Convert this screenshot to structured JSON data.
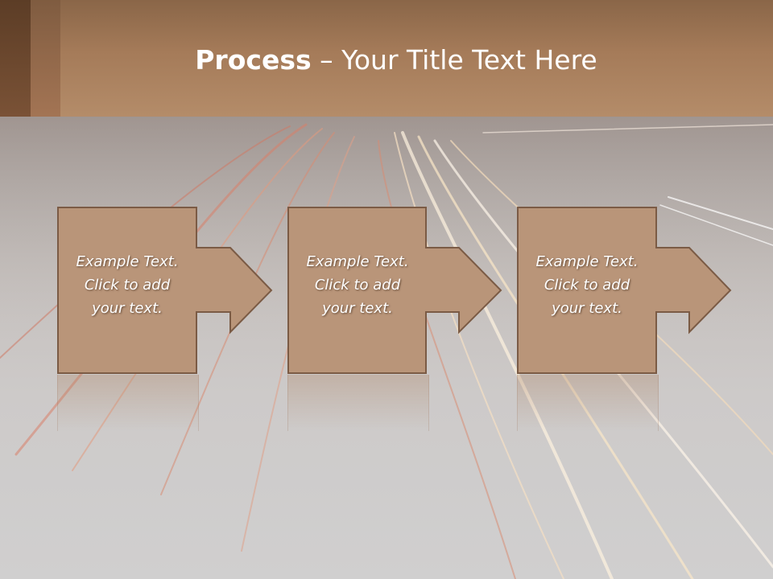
{
  "slide": {
    "title_bold": "Process",
    "title_rest": " – Your Title Text Here"
  },
  "steps": [
    {
      "text": "Example Text.\nClick  to add\nyour text."
    },
    {
      "text": "Example Text.\nClick  to add\nyour text."
    },
    {
      "text": "Example Text.\nClick  to add\nyour text."
    }
  ],
  "colors": {
    "box_fill": "#b99579",
    "box_border": "#7b5b45",
    "header_mid": "#a57b59",
    "title_text": "#ffffff"
  }
}
